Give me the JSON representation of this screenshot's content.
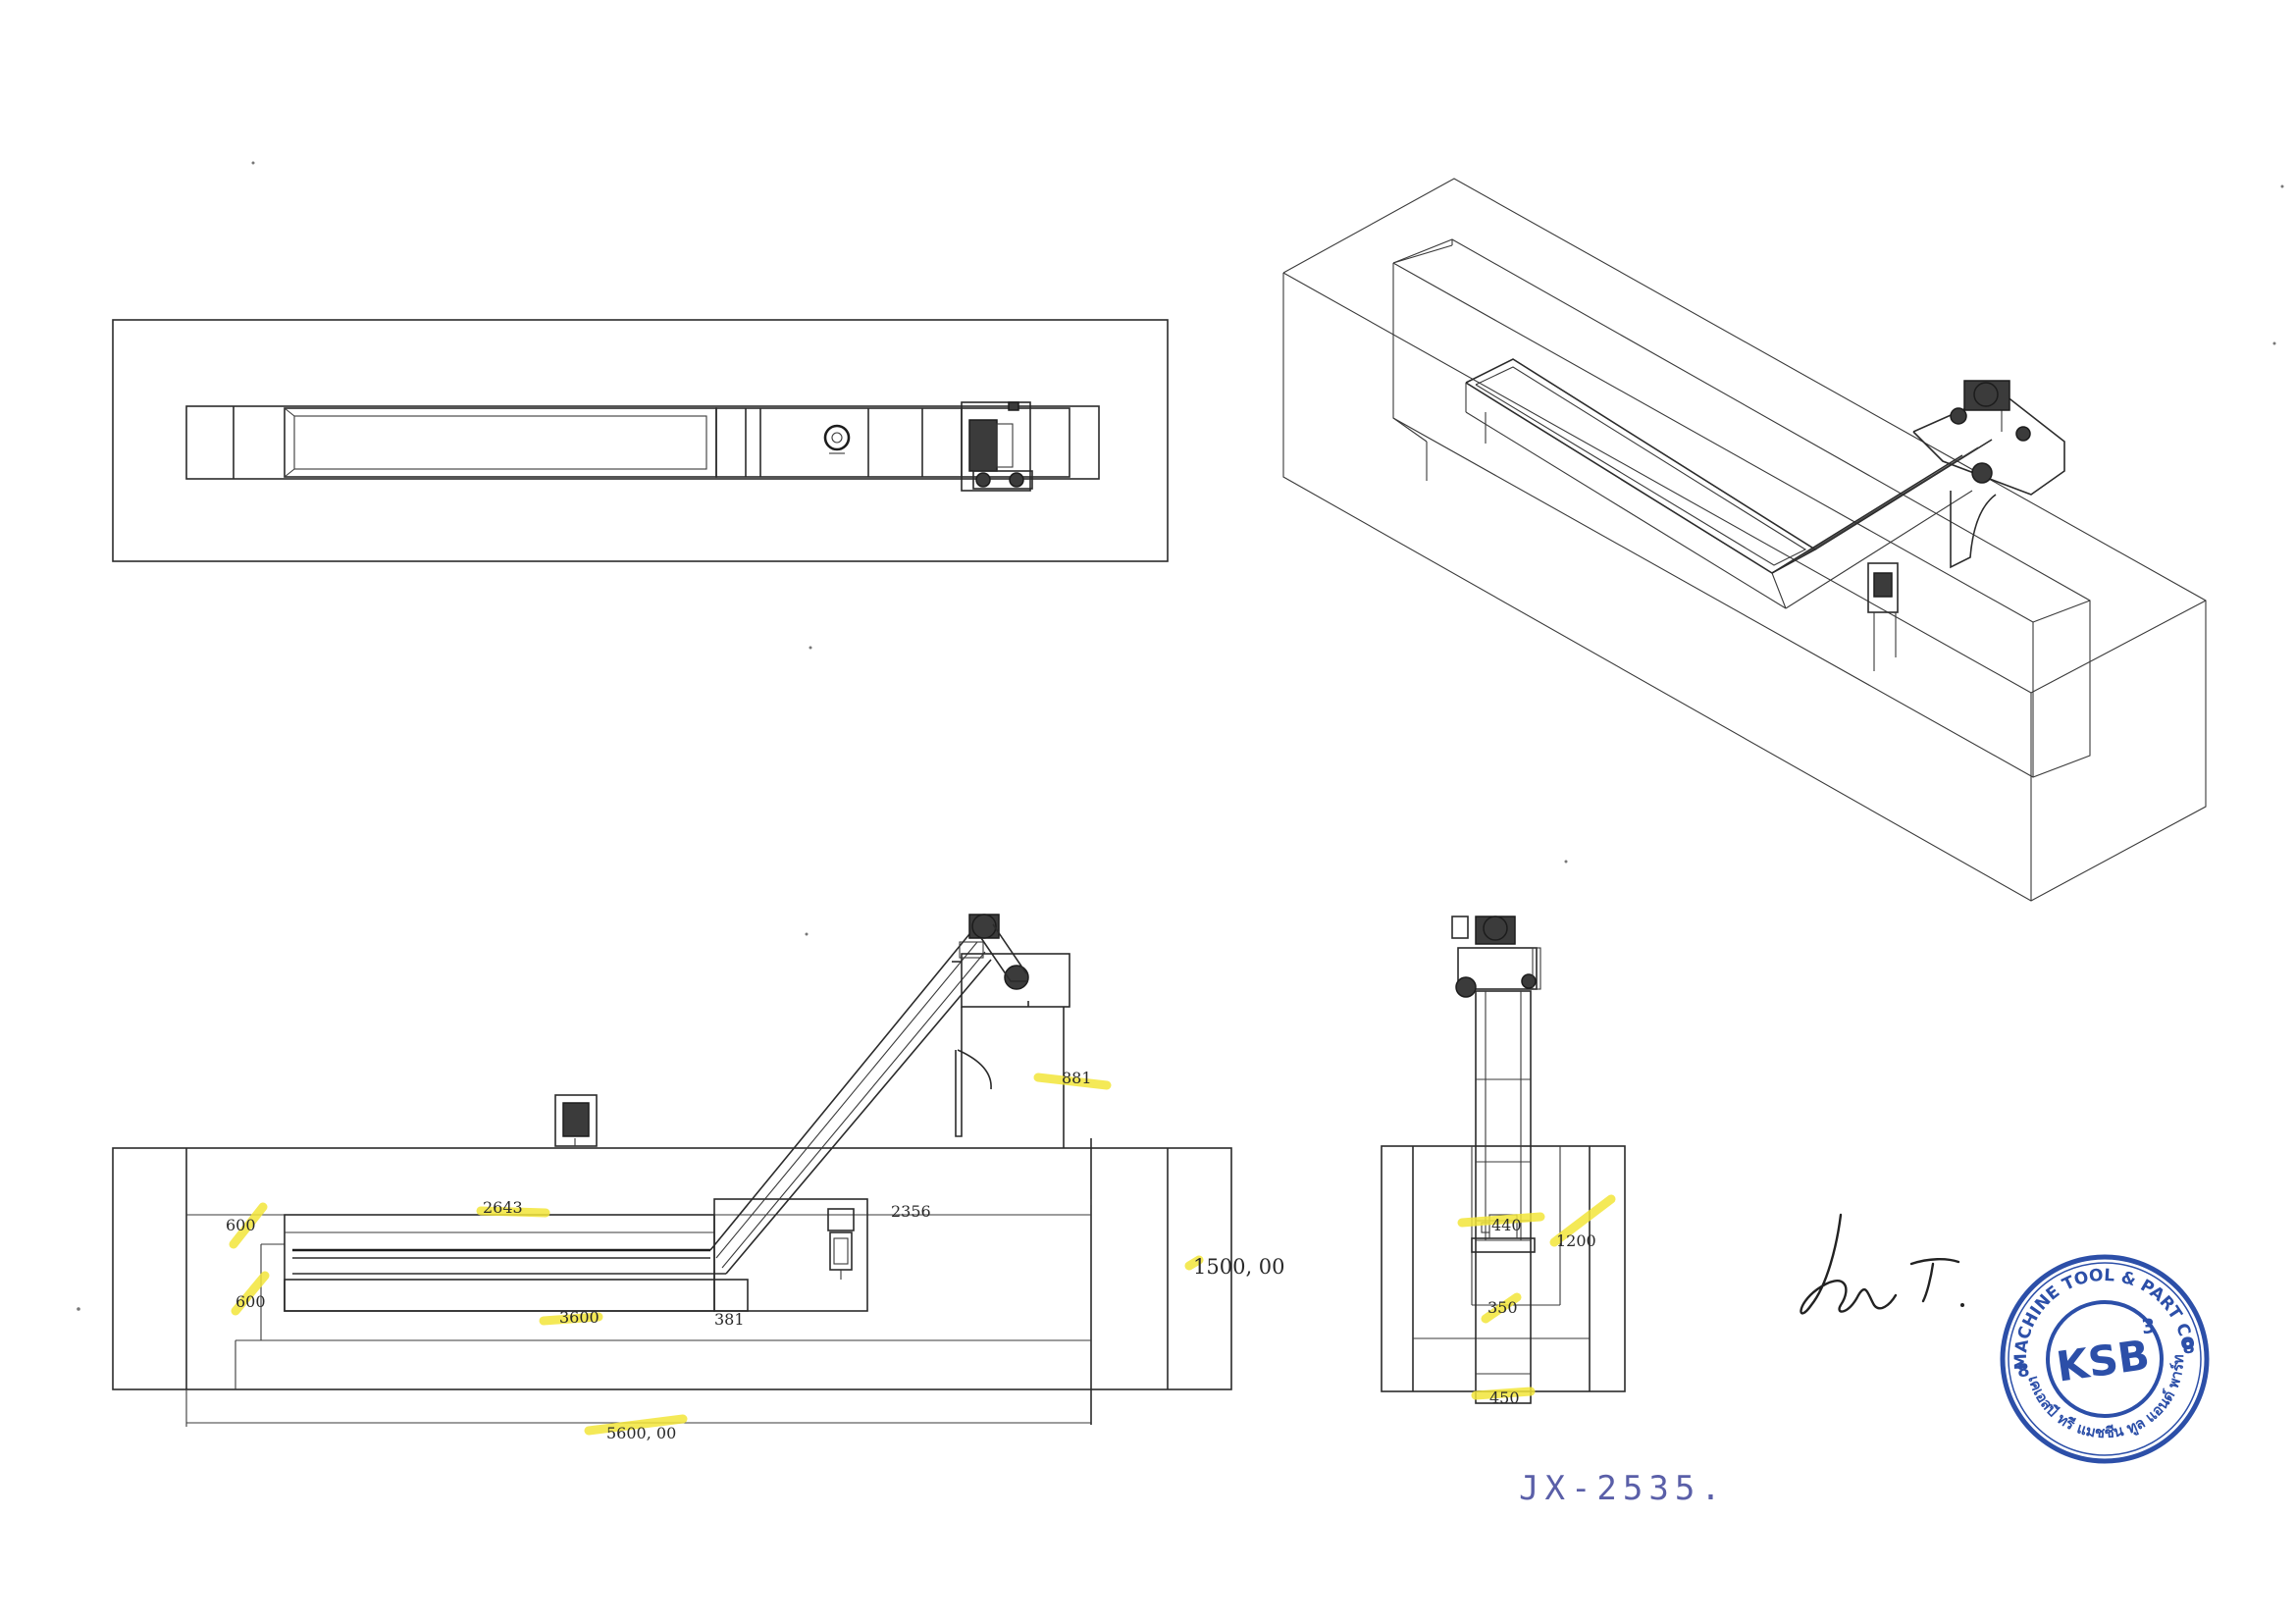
{
  "drawing": {
    "reference": "JX-2535.",
    "views": [
      "top-view",
      "isometric-view",
      "side-view",
      "end-view"
    ]
  },
  "dimensions": {
    "side": {
      "d600_a": "600",
      "d600_b": "600",
      "d2643": "2643",
      "d2356": "2356",
      "d3600": "3600",
      "d381": "381",
      "d881": "881",
      "d1500": "1500, 00",
      "d5600": "5600, 00"
    },
    "end": {
      "d440": "440",
      "d1200": "1200",
      "d350": "350",
      "d450": "450"
    }
  },
  "stamp": {
    "logo": "KSB",
    "superscript": "3",
    "ring_text": "KSB3 MACHINE TOOL & PART CO.,LTD.",
    "ring_text_thai": "บริษัท เคเอสบี ทรี แมชชีน ทูล แอนด์ พาร์ท จำกัด",
    "number_left": "8",
    "number_right": "8"
  },
  "signature": "signature",
  "colors": {
    "line": "#2b2b2b",
    "highlight": "#f3e63a",
    "stamp": "#2c4fa8",
    "handwriting": "#5a5fa8"
  }
}
